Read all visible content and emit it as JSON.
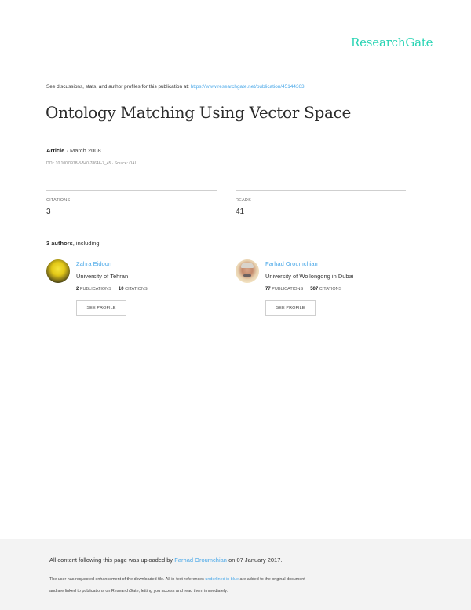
{
  "brand": {
    "name": "ResearchGate",
    "color": "#2ad4b4"
  },
  "discussion": {
    "text": "See discussions, stats, and author profiles for this publication at: ",
    "url": "https://www.researchgate.net/publication/45144363"
  },
  "publication": {
    "title": "Ontology Matching Using Vector Space",
    "type": "Article",
    "date_separator": " · ",
    "date": "March 2008",
    "doi_line": "DOI: 10.1007/978-3-540-78646-7_45 · Source: OAI"
  },
  "stats": {
    "citations_label": "CITATIONS",
    "citations_value": "3",
    "reads_label": "READS",
    "reads_value": "41"
  },
  "authors_heading": {
    "count_text": "3 authors",
    "suffix": ", including:"
  },
  "authors": [
    {
      "name": "Zahra Eidoon",
      "institution": "University of Tehran",
      "publications_count": "2",
      "publications_label": "PUBLICATIONS",
      "citations_count": "10",
      "citations_label": "CITATIONS",
      "button_label": "SEE PROFILE",
      "avatar": "flower-photo"
    },
    {
      "name": "Farhad Oroumchian",
      "institution": "University of Wollongong in Dubai",
      "publications_count": "77",
      "publications_label": "PUBLICATIONS",
      "citations_count": "507",
      "citations_label": "CITATIONS",
      "button_label": "SEE PROFILE",
      "avatar": "person-photo"
    }
  ],
  "footer": {
    "line1_prefix": "All content following this page was uploaded by ",
    "line1_uploader": "Farhad Oroumchian",
    "line1_suffix": " on 07 January 2017.",
    "line2_prefix": "The user has requested enhancement of the downloaded file. All in-text references ",
    "line2_link": "underlined in blue",
    "line2_suffix": " are added to the original document",
    "line3": "and are linked to publications on ResearchGate, letting you access and read them immediately."
  }
}
